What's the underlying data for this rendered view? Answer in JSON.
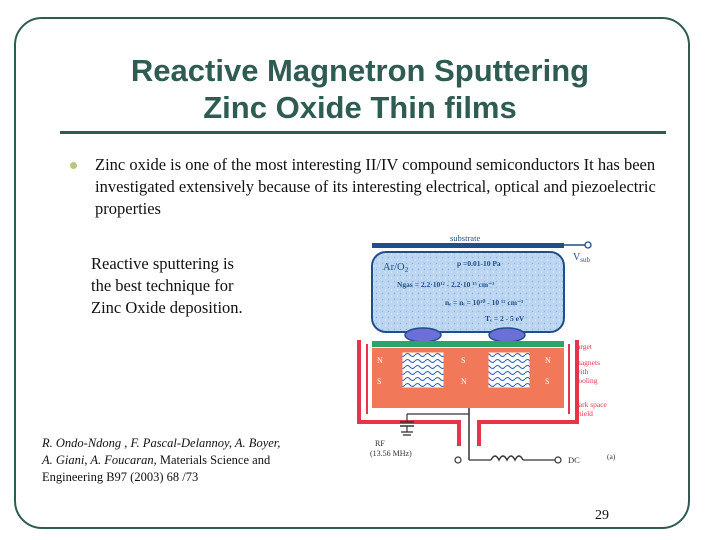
{
  "slide": {
    "title_line1": "Reactive Magnetron Sputtering",
    "title_line2": "Zinc Oxide Thin films",
    "bullet": "Zinc oxide is one of the most interesting II/IV compound semiconductors It has been investigated extensively because of its interesting electrical, optical and piezoelectric properties",
    "side_line1": "Reactive sputtering is",
    "side_line2": "the best technique for",
    "side_line3": "Zinc Oxide deposition.",
    "ref_authors_1": "R. Ondo-Ndong , F. Pascal-Delannoy, A. Boyer,",
    "ref_authors_2": "A. Giani, A. Foucaran",
    "ref_rest_1": ", Materials Science and",
    "ref_rest_2": "Engineering B97 (2003) 68 /73",
    "page_number": "29"
  },
  "diagram": {
    "substrate_label": "substrate",
    "vsub_label": "V",
    "vsub_sub": "sub",
    "gas_label": "Ar/O",
    "gas_sub": "2",
    "pressure": "p =0.01-10 Pa",
    "ngas": "Ngas = 2.2·10¹² - 2.2·10 ¹⁵ cm⁻³",
    "density": "nₑ = nᵢ = 10¹⁰ - 10 ¹² cm⁻³",
    "te": "Tₑ = 2 - 5 eV",
    "target_label": "target",
    "magnets_label_1": "magnets",
    "magnets_label_2": "with",
    "magnets_label_3": "cooling",
    "shield_label_1": "dark space",
    "shield_label_2": "shield",
    "pole_n": "N",
    "pole_s": "S",
    "rf_label_1": "RF",
    "rf_label_2": "(13.56 MHz)",
    "dc_label": "DC",
    "panel_label": "(a)",
    "colors": {
      "title": "#2e5b52",
      "plasma": "#bcd6f2",
      "shield": "#e8344a",
      "magnet": "#f2785a",
      "target": "#2aa46a",
      "wire": "#1f4e8a"
    }
  }
}
